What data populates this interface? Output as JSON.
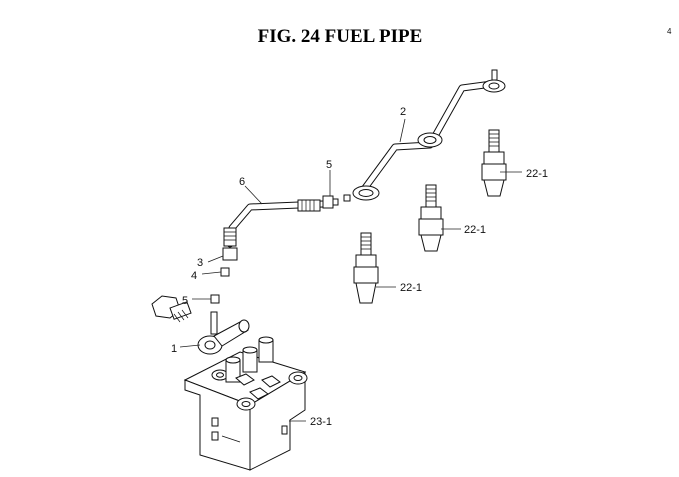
{
  "figure": {
    "title": "FIG. 24  FUEL PIPE",
    "corner_mark": "4"
  },
  "labels": {
    "part_1": "1",
    "part_2": "2",
    "part_3": "3",
    "part_4": "4",
    "part_5_upper": "5",
    "part_5_lower": "5",
    "part_6": "6",
    "part_22_1_right": "22-1",
    "part_22_1_middle": "22-1",
    "part_22_1_left": "22-1",
    "part_23_1": "23-1"
  }
}
